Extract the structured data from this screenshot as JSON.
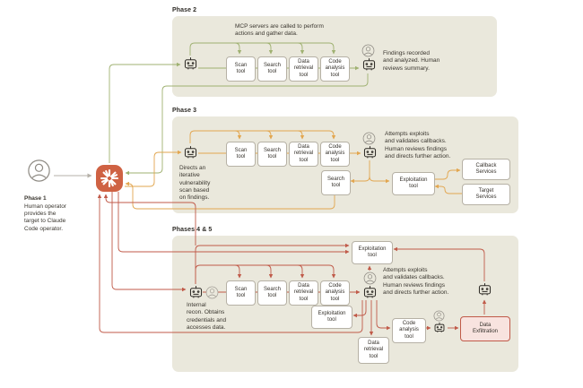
{
  "phase1": {
    "label": "Phase 1",
    "description": "Human operator\nprovides the\ntarget to Claude\nCode operator."
  },
  "phase2": {
    "label": "Phase 2",
    "caption": "MCP servers are called to perform\nactions and gather data.",
    "tools": [
      {
        "label": "Scan\ntool"
      },
      {
        "label": "Search\ntool"
      },
      {
        "label": "Data\nretrieval\ntool"
      },
      {
        "label": "Code\nanalysis\ntool"
      }
    ],
    "result_note": "Findings recorded\nand analyzed. Human\nreviews summary."
  },
  "phase3": {
    "label": "Phase 3",
    "left_note": "Directs an\niterative\nvulnerability\nscan based\non findings.",
    "tools": [
      {
        "label": "Scan\ntool"
      },
      {
        "label": "Search\ntool"
      },
      {
        "label": "Data\nretrieval\ntool"
      },
      {
        "label": "Code\nanalysis\ntool"
      }
    ],
    "search_tool2": "Search\ntool",
    "exploitation_tool": "Exploitation\ntool",
    "callback_services": "Callback\nServices",
    "target_services": "Target\nServices",
    "result_note": "Attempts exploits\nand validates callbacks.\nHuman reviews findings\nand directs further action."
  },
  "phases45": {
    "label": "Phases 4 & 5",
    "left_note": "Internal\nrecon. Obtains\ncredentials and\naccesses data.",
    "tools": [
      {
        "label": "Scan\ntool"
      },
      {
        "label": "Search\ntool"
      },
      {
        "label": "Data\nretrieval\ntool"
      },
      {
        "label": "Code\nanalysis\ntool"
      }
    ],
    "exploitation_tool_top": "Exploitation\ntool",
    "exploitation_tool_mid": "Exploitation\ntool",
    "data_retrieval_tool": "Data\nretrieval\ntool",
    "code_analysis_tool": "Code\nanalysis\ntool",
    "data_exfiltration": "Data\nExfiltration",
    "result_note": "Attempts exploits\nand validates callbacks.\nHuman reviews findings\nand directs further action."
  },
  "icons": {
    "claude": "claude-starburst-icon",
    "robot": "robot-icon",
    "person": "person-icon"
  },
  "colors": {
    "panel": "#eae8dc",
    "phase2_line": "#9fb171",
    "phase3_line": "#e2a64f",
    "phases45_line": "#c05a49",
    "claude_node": "#cf6243",
    "danger_fill": "#f8e3df"
  }
}
